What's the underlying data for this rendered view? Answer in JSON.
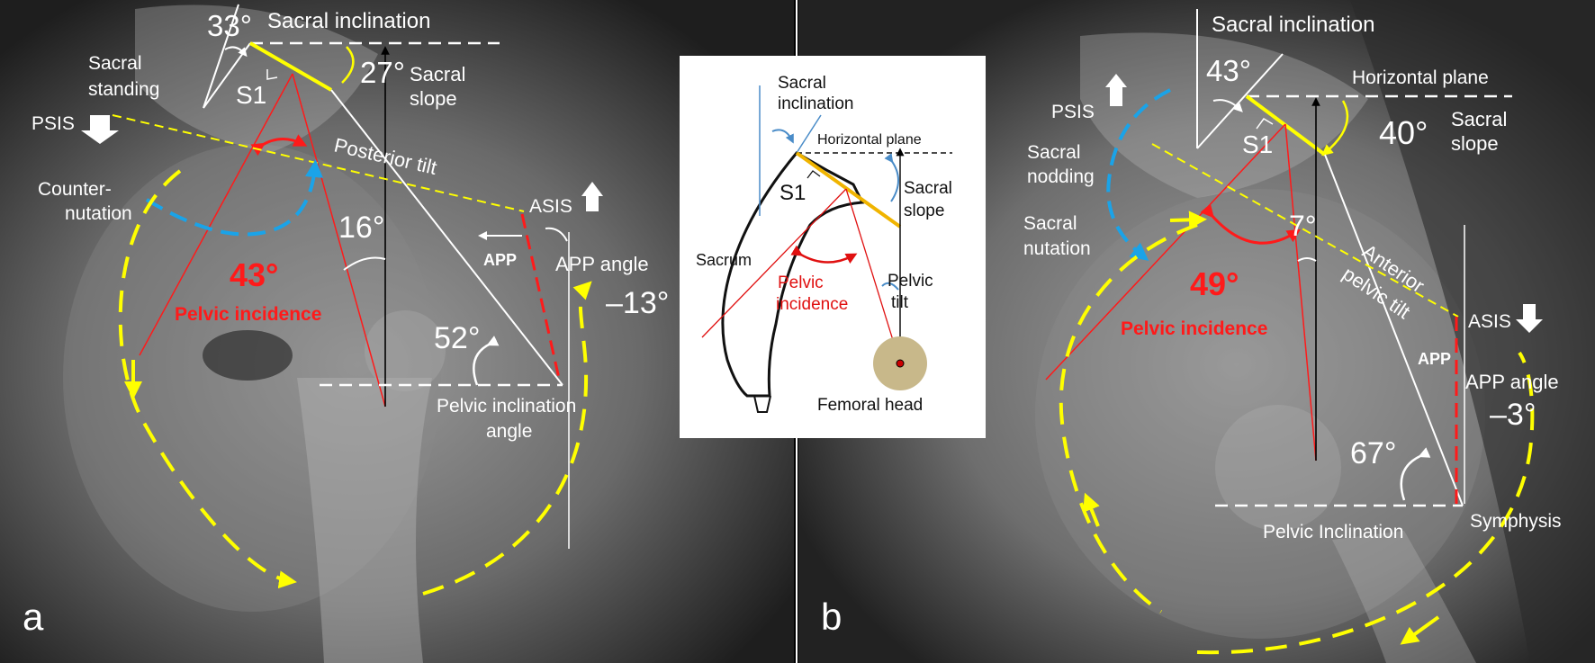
{
  "panel_a": {
    "panel_letter": "a",
    "sacral_inclination": "Sacral inclination",
    "sacral_standing": [
      "Sacral",
      "standing"
    ],
    "angle_33": "33°",
    "s1": "S1",
    "angle_27": "27°",
    "sacral_slope": [
      "Sacral",
      "slope"
    ],
    "psis": "PSIS",
    "counter_nutation": [
      "Counter-",
      "nutation"
    ],
    "posterior_tilt": "Posterior tilt",
    "asis": "ASIS",
    "angle_16": "16°",
    "angle_43": "43°",
    "pelvic_incidence": "Pelvic incidence",
    "app": "APP",
    "app_angle_label": "APP angle",
    "app_angle_value": "–13°",
    "angle_52": "52°",
    "pelvic_inclination_angle": [
      "Pelvic inclination",
      "angle"
    ]
  },
  "panel_b": {
    "panel_letter": "b",
    "sacral_inclination": "Sacral inclination",
    "angle_43": "43°",
    "horizontal_plane": "Horizontal plane",
    "psis": "PSIS",
    "s1": "S1",
    "angle_40": "40°",
    "sacral_slope": [
      "Sacral",
      "slope"
    ],
    "sacral_nodding": [
      "Sacral",
      "nodding"
    ],
    "sacral_nutation": [
      "Sacral",
      "nutation"
    ],
    "angle_7": "7°",
    "anterior_pelvic_tilt": [
      "Anterior",
      "pelvic tilt"
    ],
    "angle_49": "49°",
    "pelvic_incidence": "Pelvic incidence",
    "asis": "ASIS",
    "app": "APP",
    "app_angle_label": "APP angle",
    "app_angle_value": "–3°",
    "angle_67": "67°",
    "pelvic_inclination": "Pelvic Inclination",
    "symphysis": "Symphysis"
  },
  "inset": {
    "sacral_inclination": [
      "Sacral",
      "inclination"
    ],
    "horizontal_plane": "Horizontal plane",
    "s1": "S1",
    "sacral_slope": [
      "Sacral",
      "slope"
    ],
    "sacrum": "Sacrum",
    "pelvic_incidence": [
      "Pelvic",
      "incidence"
    ],
    "pelvic_tilt": [
      "Pelvic",
      "tilt"
    ],
    "femoral_head": "Femoral head"
  },
  "colors": {
    "yellow": "#ffff00",
    "red": "#ff1a1a",
    "blue": "#1aa3e8",
    "white": "#ffffff",
    "inset_red": "#e01010",
    "inset_blue": "#4a8cc8",
    "inset_orange": "#f0b400",
    "femoral": "#c8b88a"
  }
}
